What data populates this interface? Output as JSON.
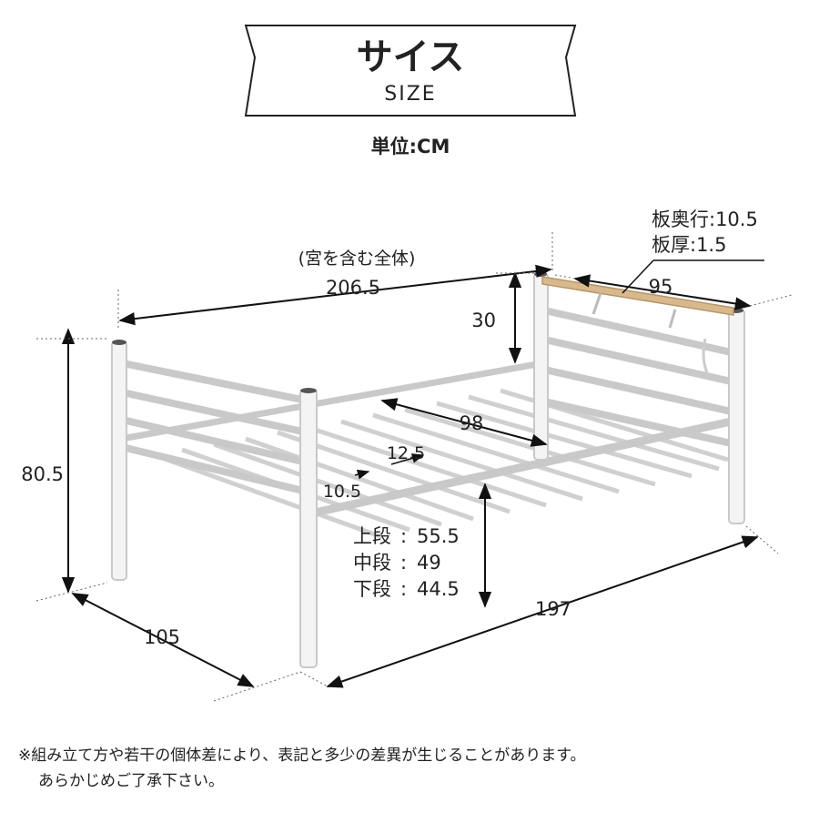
{
  "header": {
    "title": "サイス",
    "subtitle": "SIZE",
    "unit": "単位:CM"
  },
  "dimensions": {
    "total_length_note": "(宮を含む全体)",
    "total_length": "206.5",
    "headboard_height": "30",
    "shelf_depth": "板奥行:10.5",
    "shelf_thickness": "板厚:1.5",
    "shelf_width": "95",
    "height": "80.5",
    "inner_width": "98",
    "slat_width": "12.5",
    "slat_gap": "10.5",
    "width": "105",
    "length": "197"
  },
  "floor_heights": [
    {
      "label": "上段",
      "value": "55.5"
    },
    {
      "label": "中段",
      "value": "49"
    },
    {
      "label": "下段",
      "value": "44.5"
    }
  ],
  "footnote": {
    "line1": "※組み立て方や若干の個体差により、表記と多少の差異が生じることがあります。",
    "line2": "あらかじめご了承下さい。"
  }
}
